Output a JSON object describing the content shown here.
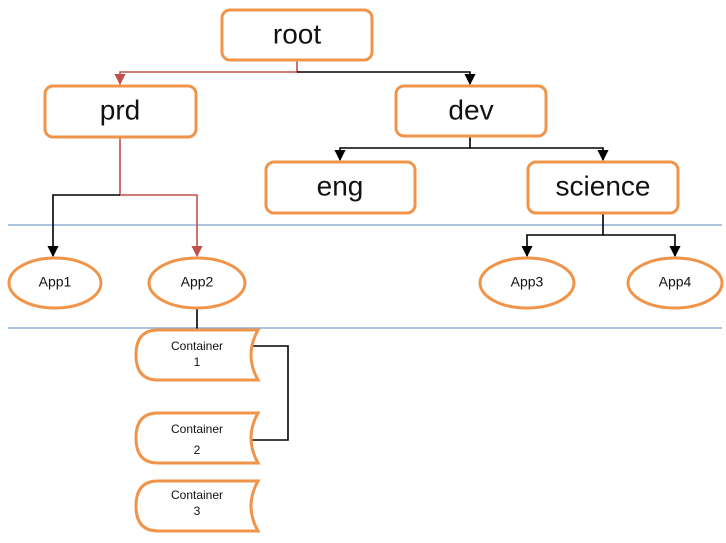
{
  "colors": {
    "node_border": "#f0944a",
    "edge_default": "#000000",
    "edge_highlight": "#c0504d",
    "separator": "#8fb0d8"
  },
  "nodes": {
    "root": "root",
    "prd": "prd",
    "dev": "dev",
    "eng": "eng",
    "science": "science",
    "app1": "App1",
    "app2": "App2",
    "app3": "App3",
    "app4": "App4"
  },
  "containers": [
    {
      "line1": "Container",
      "line2": "1"
    },
    {
      "line1": "Container",
      "line2": "2"
    },
    {
      "line1": "Container",
      "line2": "3"
    }
  ]
}
